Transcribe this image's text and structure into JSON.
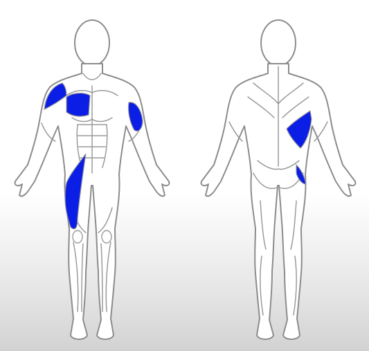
{
  "diagram": {
    "views": [
      {
        "view": "front",
        "highlighted": [
          "left-deltoid",
          "left-pectoral",
          "right-biceps",
          "left-quadriceps"
        ]
      },
      {
        "view": "back",
        "highlighted": [
          "latissimus-dorsi",
          "gluteus"
        ]
      }
    ],
    "highlight_color": "#0a1ee6",
    "outline_color": "#8c8c8c"
  }
}
